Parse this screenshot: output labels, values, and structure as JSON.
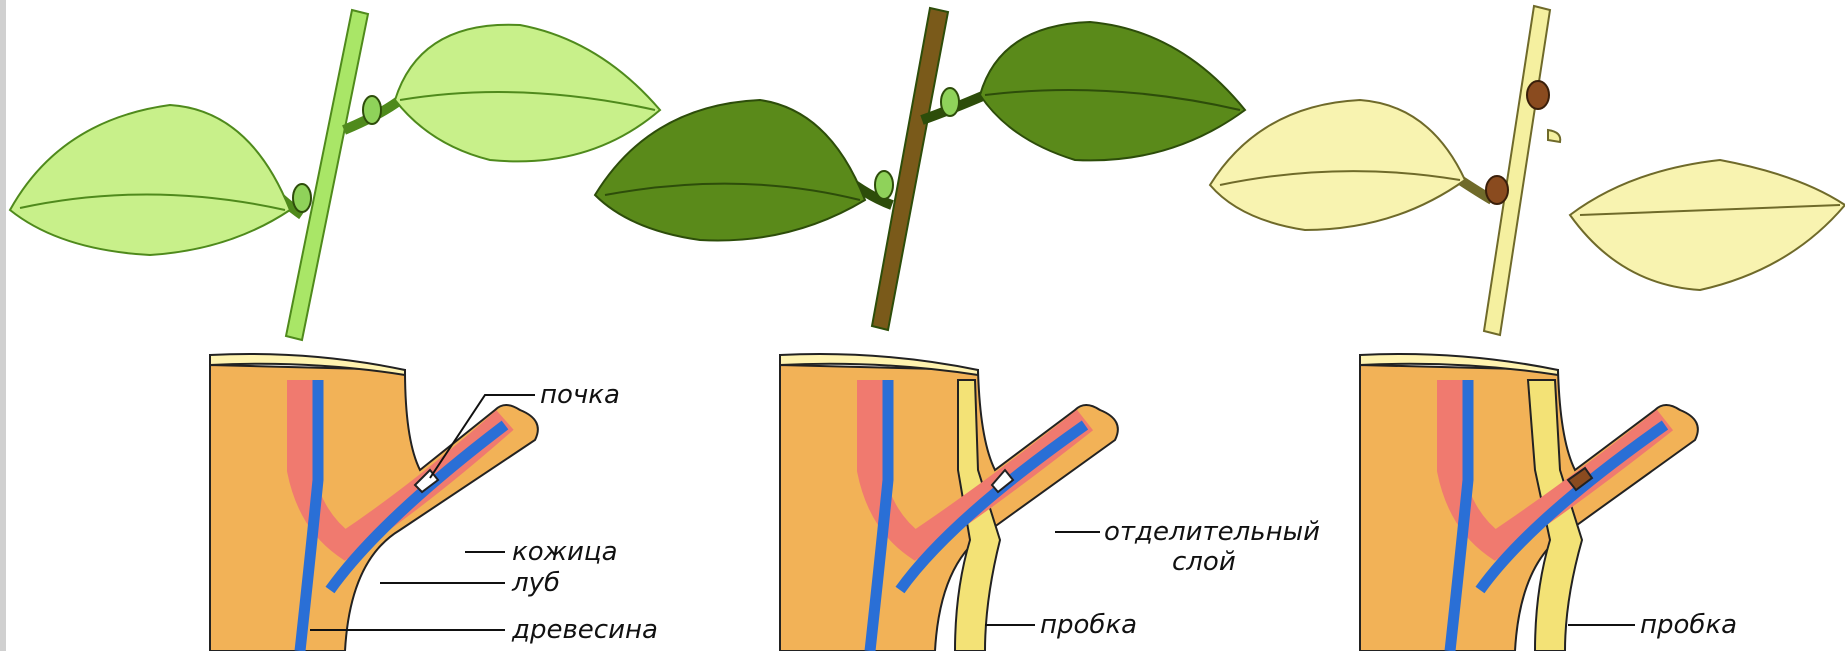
{
  "labels": {
    "bud": "почка",
    "epidermis": "кожица",
    "bast": "луб",
    "wood": "древесина",
    "separating_layer_line1": "отделительный",
    "separating_layer_line2": "слой",
    "cork_panel2": "пробка",
    "cork_panel3": "пробка"
  },
  "colors": {
    "leaf_light": "#c8f08a",
    "leaf_light_stroke": "#4f8a1c",
    "leaf_dark": "#5a8a1a",
    "leaf_dark_stroke": "#2d4d0a",
    "leaf_pale": "#f8f3b0",
    "leaf_pale_stroke": "#6f6a2a",
    "stem_light": "#a9e667",
    "stem_dark": "#7a5a1a",
    "stem_pale": "#f5f0a0",
    "bud_green": "#8fd25a",
    "bud_brown": "#8a4b1f",
    "wood": "#f2b257",
    "bast": "#f07a6f",
    "vessel": "#2a6fd6",
    "bark_top": "#fff3b0",
    "cork": "#f3e276",
    "outline": "#222222"
  }
}
